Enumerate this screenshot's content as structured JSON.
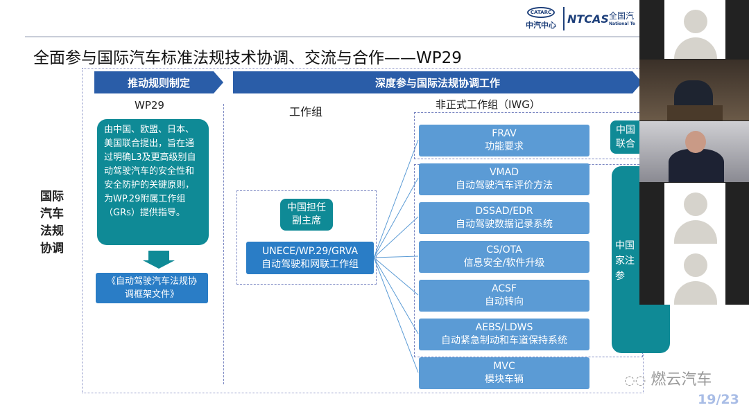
{
  "header": {
    "logo_cn": "中汽中心",
    "logo_en": "CATARC",
    "ntcas": "NTCAS",
    "org": "全国汽",
    "org_en": "National Te"
  },
  "title": "全面参与国际汽车标准法规技术协调、交流与合作——WP29",
  "left_header": "推动规则制定",
  "right_header": "深度参与国际法规协调工作",
  "side_label": [
    "国际",
    "汽车",
    "法规",
    "协调"
  ],
  "wp29": {
    "label": "WP29",
    "desc": "由中国、欧盟、日本、美国联合提出，旨在通过明确L3及更高级别自动驾驶汽车的安全性和安全防护的关键原则，为WP.29附属工作组（GRs）提供指导。",
    "doc": "《自动驾驶汽车法规协调框架文件》"
  },
  "working_group": {
    "label": "工作组",
    "role": "中国担任\n副主席",
    "name": "UNECE/WP.29/GRVA",
    "name_cn": "自动驾驶和网联工作组"
  },
  "iwg": {
    "label": "非正式工作组（IWG）",
    "items": [
      {
        "en": "FRAV",
        "cn": "功能要求"
      },
      {
        "en": "VMAD",
        "cn": "自动驾驶汽车评价方法"
      },
      {
        "en": "DSSAD/EDR",
        "cn": "自动驾驶数据记录系统"
      },
      {
        "en": "CS/OTA",
        "cn": "信息安全/软件升级"
      },
      {
        "en": "ACSF",
        "cn": "自动转向"
      },
      {
        "en": "AEBS/LDWS",
        "cn": "自动紧急制动和车道保持系统"
      },
      {
        "en": "MVC",
        "cn": "模块车辆"
      }
    ],
    "right_top": "中国\n联合",
    "right_big": "中国\n家注\n参"
  },
  "watermark": "燃云汽车",
  "page": "19/23"
}
